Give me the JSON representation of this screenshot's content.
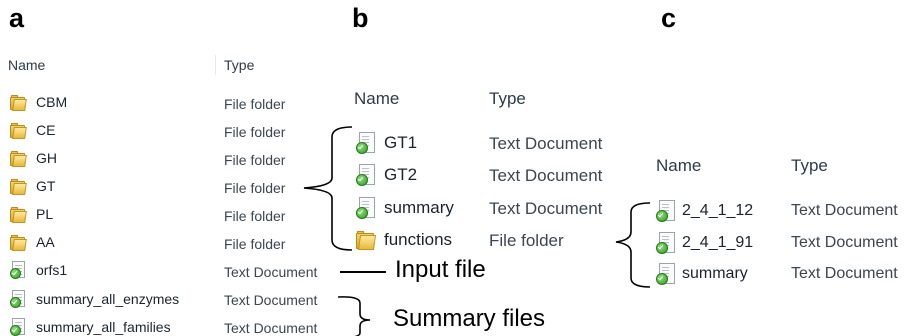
{
  "panels": {
    "a": {
      "letter": "a",
      "header": {
        "name": "Name",
        "type": "Type"
      },
      "rows": [
        {
          "name": "CBM",
          "type": "File folder",
          "icon": "folder-icon"
        },
        {
          "name": "CE",
          "type": "File folder",
          "icon": "folder-icon"
        },
        {
          "name": "GH",
          "type": "File folder",
          "icon": "folder-icon"
        },
        {
          "name": "GT",
          "type": "File folder",
          "icon": "folder-icon"
        },
        {
          "name": "PL",
          "type": "File folder",
          "icon": "folder-icon"
        },
        {
          "name": "AA",
          "type": "File folder",
          "icon": "folder-icon"
        },
        {
          "name": "orfs1",
          "type": "Text Document",
          "icon": "text-document-icon"
        },
        {
          "name": "summary_all_enzymes",
          "type": "Text Document",
          "icon": "text-document-icon"
        },
        {
          "name": "summary_all_families",
          "type": "Text Document",
          "icon": "text-document-icon"
        }
      ],
      "annotations": {
        "input": "Input file",
        "summary": "Summary files"
      }
    },
    "b": {
      "letter": "b",
      "header": {
        "name": "Name",
        "type": "Type"
      },
      "rows": [
        {
          "name": "GT1",
          "type": "Text Document",
          "icon": "text-document-icon"
        },
        {
          "name": "GT2",
          "type": "Text Document",
          "icon": "text-document-icon"
        },
        {
          "name": "summary",
          "type": "Text Document",
          "icon": "text-document-icon"
        },
        {
          "name": "functions",
          "type": "File folder",
          "icon": "folder-icon"
        }
      ]
    },
    "c": {
      "letter": "c",
      "header": {
        "name": "Name",
        "type": "Type"
      },
      "rows": [
        {
          "name": "2_4_1_12",
          "type": "Text Document",
          "icon": "text-document-icon"
        },
        {
          "name": "2_4_1_91",
          "type": "Text Document",
          "icon": "text-document-icon"
        },
        {
          "name": "summary",
          "type": "Text Document",
          "icon": "text-document-icon"
        }
      ]
    }
  }
}
